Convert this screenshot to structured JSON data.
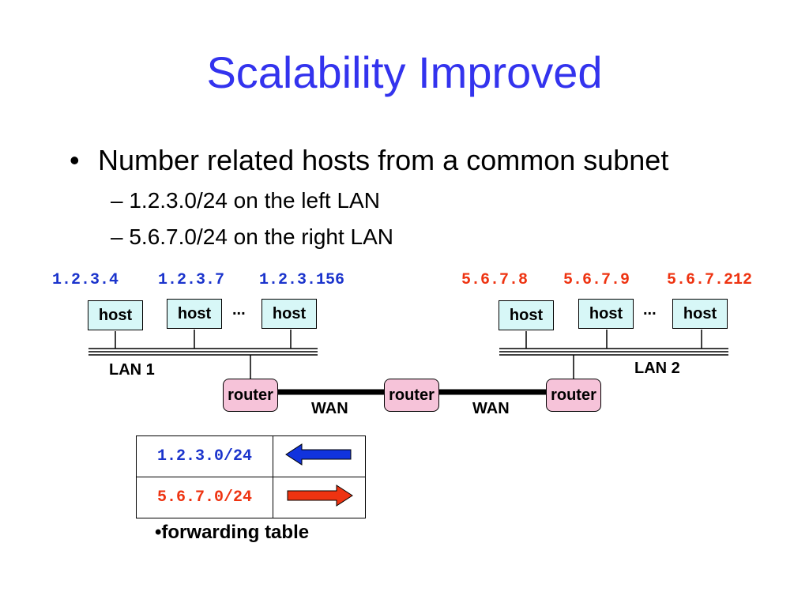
{
  "title": "Scalability Improved",
  "bullet": {
    "marker": "•",
    "text": "Number related hosts from a common subnet",
    "subitems": [
      "– 1.2.3.0/24 on the left LAN",
      "– 5.6.7.0/24 on the right LAN"
    ]
  },
  "diagram": {
    "left_addresses": [
      "1.2.3.4",
      "1.2.3.7",
      "1.2.3.156"
    ],
    "right_addresses": [
      "5.6.7.8",
      "5.6.7.9",
      "5.6.7.212"
    ],
    "host_label": "host",
    "router_label": "router",
    "ellipsis": "...",
    "lan1_label": "LAN 1",
    "lan2_label": "LAN 2",
    "wan_label": "WAN",
    "colors": {
      "left": "#1a33cc",
      "right": "#ee3311",
      "host_fill": "#d7f7f7",
      "router_fill": "#f6c3d9",
      "title": "#3333ee"
    }
  },
  "forwarding_table": {
    "rows": [
      {
        "prefix": "1.2.3.0/24",
        "direction": "left-arrow-icon",
        "color": "#1a33cc"
      },
      {
        "prefix": "5.6.7.0/24",
        "direction": "right-arrow-icon",
        "color": "#ee3311"
      }
    ],
    "caption": "•forwarding table"
  }
}
